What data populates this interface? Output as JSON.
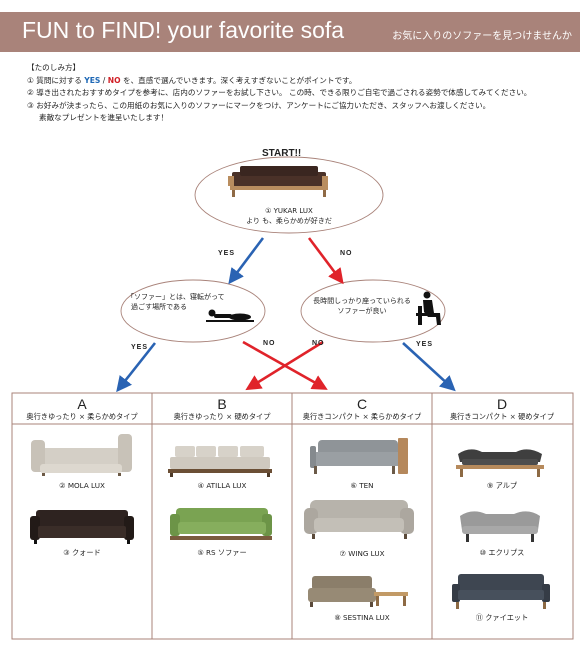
{
  "header": {
    "title": "FUN to FIND! your favorite sofa",
    "subtitle": "お気に入りのソファーを見つけませんか"
  },
  "instructions": {
    "heading": "【たのしみ方】",
    "line1_a": "① 質問に対する ",
    "line1_yes": "YES",
    "line1_sep": " / ",
    "line1_no": "NO",
    "line1_b": " を、直感で選んでいきます。深く考えすぎないことがポイントです。",
    "line2": "② 導き出されたおすすめタイプを参考に、店内のソファーをお試し下さい。 この時、できる限りご自宅で過ごされる姿勢で体感してみてください。",
    "line3": "③ お好みが決まったら、この用紙のお気に入りのソファーにマークをつけ、アンケートにご協力いただき、スタッフへお渡しください。",
    "line4": "素敵なプレゼントを進呈いたします！"
  },
  "flow": {
    "start": "START!!",
    "q1": {
      "line1": "① YUKAR LUX",
      "line2": "より も、柔らかめが好きだ"
    },
    "q2": {
      "line1": "「ソファー」とは、寝転がって",
      "line2": "過ごす場所である"
    },
    "q3": {
      "line1": "長時間しっかり座っていられる",
      "line2": "ソファーが良い"
    },
    "yes": "YES",
    "no": "NO"
  },
  "columns": [
    {
      "letter": "A",
      "desc": "奥行きゆったり × 柔らかめタイプ",
      "sofas": [
        "② MOLA LUX",
        "③ クォード"
      ]
    },
    {
      "letter": "B",
      "desc": "奥行きゆったり × 硬めタイプ",
      "sofas": [
        "④ ATILLA LUX",
        "⑤ RS ソファー"
      ]
    },
    {
      "letter": "C",
      "desc": "奥行きコンパクト × 柔らかめタイプ",
      "sofas": [
        "⑥ TEN",
        "⑦ WING LUX",
        "⑧ SESTINA LUX"
      ]
    },
    {
      "letter": "D",
      "desc": "奥行きコンパクト × 硬めタイプ",
      "sofas": [
        "⑨ アルプ",
        "⑩ エクリプス",
        "⑪ クァイエット"
      ]
    }
  ],
  "colors": {
    "header_bg": "#a9837a",
    "yes_arrow": "#2a63b3",
    "no_arrow": "#e0232a",
    "ellipse_stroke": "#a9837a"
  }
}
